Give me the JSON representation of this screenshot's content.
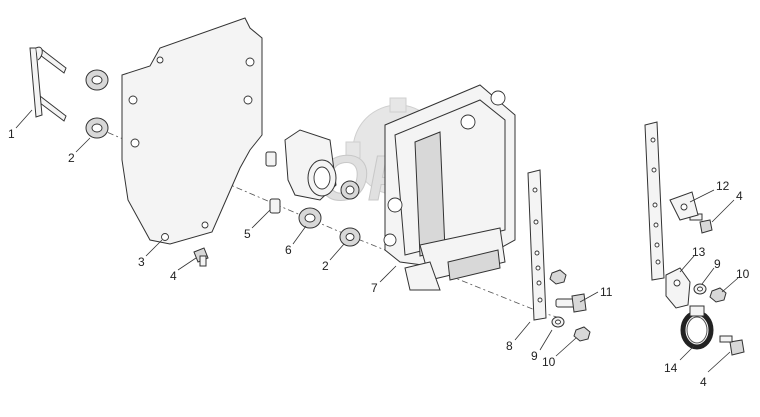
{
  "callouts": {
    "c1": "1",
    "c2a": "2",
    "c2b": "2",
    "c3": "3",
    "c4a": "4",
    "c4b": "4",
    "c4c": "4",
    "c5": "5",
    "c6": "6",
    "c7": "7",
    "c8": "8",
    "c9a": "9",
    "c9b": "9",
    "c10a": "10",
    "c10b": "10",
    "c11": "11",
    "c12": "12",
    "c13": "13",
    "c14": "14"
  },
  "watermark": "OPEX"
}
